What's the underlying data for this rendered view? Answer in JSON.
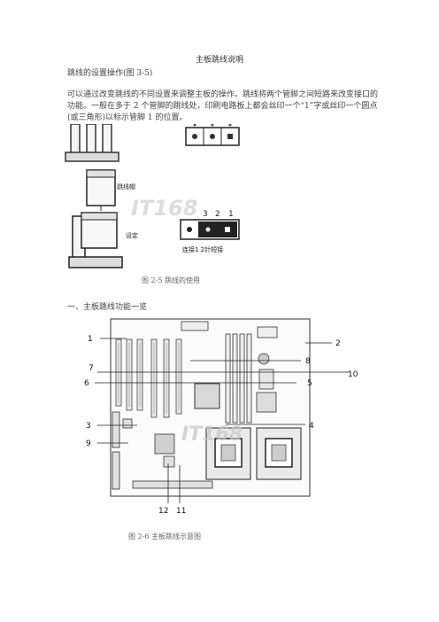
{
  "title": "主板跳线说明",
  "subtitle": "跳线的设置操作(图 3-5)",
  "paragraph": "可以通过改变跳线的不同设置来调整主板的操作。跳线将两个管脚之间短路来改变接口的功能。一般在多于 2 个管脚的跳线处，印刷电路板上都会丝印一个“1”字或丝印一个圆点(或三角形)以标示管脚 1 的位置。",
  "figure1": {
    "label_jumper_cap": "跳线帽",
    "label_setting": "设定",
    "pin_numbers": [
      "3",
      "2",
      "1"
    ],
    "label_connect": "连接1 2针短接",
    "watermark": "IT168",
    "caption": "图 2-5 跳线的使用"
  },
  "section_heading": "一、主板跳线功能一览",
  "figure2": {
    "callouts": [
      "1",
      "2",
      "8",
      "7",
      "10",
      "6",
      "5",
      "3",
      "4",
      "9",
      "12",
      "11"
    ],
    "watermark": "IT168",
    "caption": "图 2-6 主板跳线示意图"
  }
}
